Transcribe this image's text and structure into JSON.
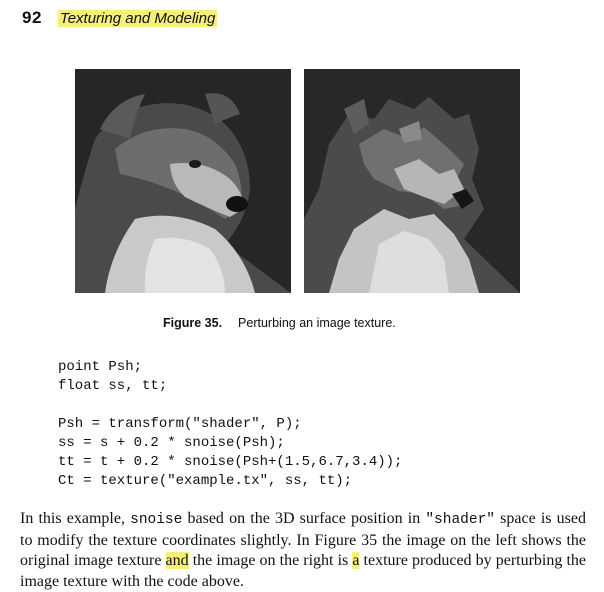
{
  "header": {
    "page_number": "92",
    "running_title": "Texturing and Modeling"
  },
  "figure": {
    "label": "Figure 35.",
    "caption": "Perturbing an image texture.",
    "images": [
      "photo of dog (original texture)",
      "photo of dog (perturbed texture)"
    ]
  },
  "code": {
    "lines": [
      "point Psh;",
      "float ss, tt;",
      "",
      "Psh = transform(\"shader\", P);",
      "ss = s + 0.2 * snoise(Psh);",
      "tt = t + 0.2 * snoise(Psh+(1.5,6.7,3.4));",
      "Ct = texture(\"example.tx\", ss, tt);"
    ]
  },
  "paragraph": {
    "t1": "In this example, ",
    "c1": "snoise",
    "t2": " based on the 3D surface position in ",
    "c2": "\"shader\"",
    "t3": " space is used to modify the texture coordinates slightly. In Figure 35 the image on the left shows the original image texture ",
    "h1": "and",
    "t4": " the image on the right is ",
    "h2": "a",
    "t5": " texture produced by perturbing the image texture with the code above."
  },
  "colors": {
    "highlight": "#f4f07a",
    "photo_background": "#2a2a2a"
  }
}
